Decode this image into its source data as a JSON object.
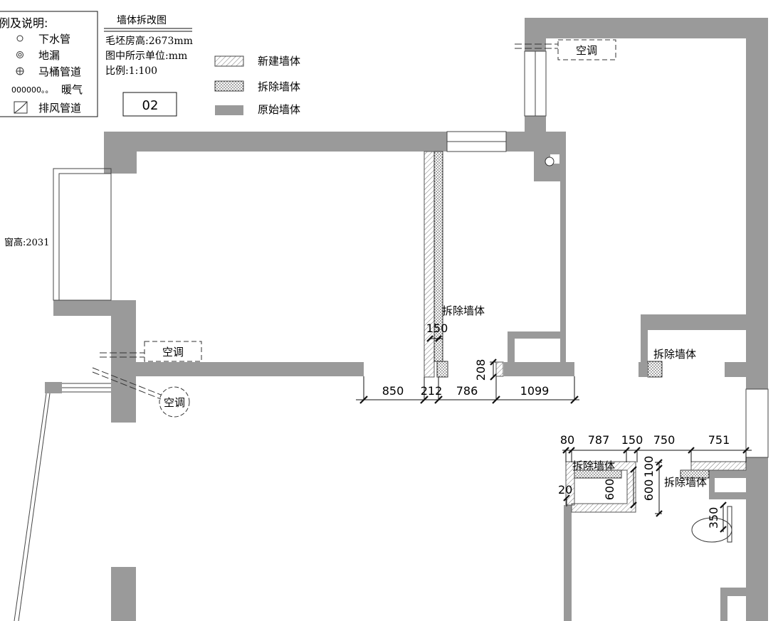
{
  "legend": {
    "title": "例及说明:",
    "items": [
      {
        "icon": "drain-pipe-icon",
        "label": "下水管"
      },
      {
        "icon": "floor-drain-icon",
        "label": "地漏"
      },
      {
        "icon": "toilet-pipe-icon",
        "label": "马桶管道"
      },
      {
        "icon": "radiator-icon",
        "label": "暖气",
        "prefix": "000000。。"
      },
      {
        "icon": "exhaust-duct-icon",
        "label": "排风管道"
      }
    ]
  },
  "info": {
    "title": "墙体拆改图",
    "height": "毛坯房高:2673mm",
    "unit": "图中所示单位:mm",
    "scale": "比例:1:100",
    "page": "02"
  },
  "wall_types": [
    {
      "key": "new",
      "label": "新建墙体"
    },
    {
      "key": "demolish",
      "label": "拆除墙体"
    },
    {
      "key": "original",
      "label": "原始墙体"
    }
  ],
  "colors": {
    "original_wall": "#9a9a9a",
    "line": "#111111"
  },
  "annotations": {
    "window_height": "窗高:2031",
    "ac_top": "空调",
    "ac_left": "空调",
    "ac_round": "空调",
    "demolish_center": "拆除墙体",
    "demolish_right": "拆除墙体",
    "demolish_bath_left": "拆除墙体",
    "demolish_bath_right": "拆除墙体"
  },
  "dimensions": {
    "d150": "150",
    "d208": "208",
    "row1": [
      "850",
      "212",
      "786",
      "1099"
    ],
    "row2": [
      "80",
      "787",
      "150",
      "750",
      "751"
    ],
    "d100": "100",
    "d600a": "600",
    "d600b": "600",
    "d20": "20",
    "d350": "350"
  }
}
